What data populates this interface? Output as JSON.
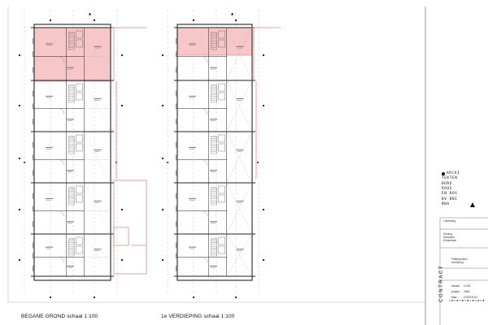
{
  "plans": [
    {
      "title": "BEGANE GROND schaal 1:100"
    },
    {
      "title": "1e VERDIEPING schaal 1:100"
    }
  ],
  "logo": {
    "lines": [
      "ARCHI",
      "TEKTEN",
      "BURO",
      "ROOS",
      "EN ROS",
      "BV BNI",
      "BNA"
    ],
    "mark": "triangle-icon"
  },
  "title_block": {
    "client_lines": [
      "Luttenberg"
    ],
    "project_lines": [
      "Woning",
      "bouwplan",
      "Schaarlaan"
    ],
    "drawing_lines": [
      "Plattegronden",
      "verdieping"
    ],
    "phase": "CONTRACT",
    "rows": [
      {
        "label": "schaal",
        "value": "1:100"
      },
      {
        "label": "project",
        "value": "1681"
      },
      {
        "label": "blad",
        "value": "CONTR-01"
      }
    ]
  },
  "colors": {
    "linework": "#222222",
    "highlight_fill": "#f6c6c8",
    "highlight_stroke": "#e07b82",
    "grid": "#777777"
  }
}
